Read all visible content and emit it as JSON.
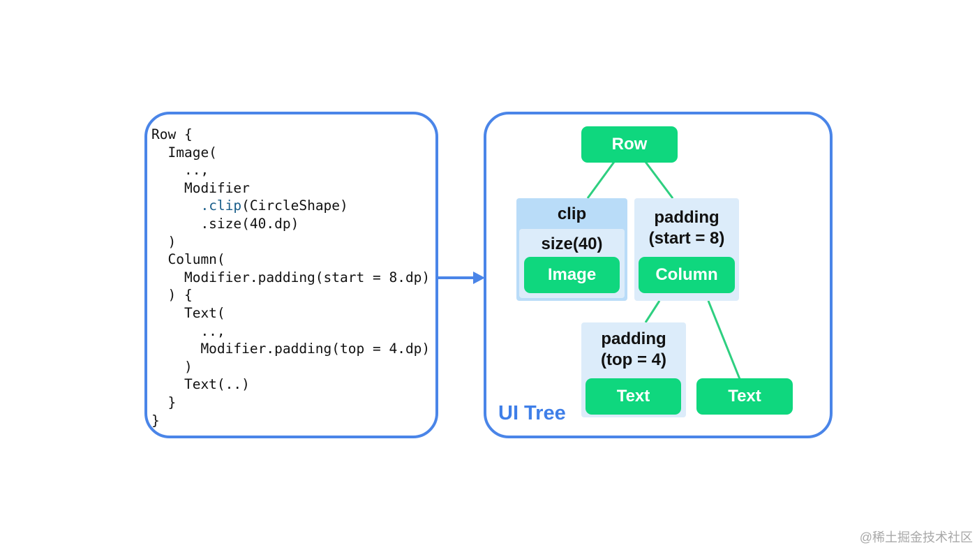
{
  "code": {
    "lines": [
      "Row {",
      "  Image(",
      "    ..,",
      "    Modifier",
      "      .clip(CircleShape)",
      "      .size(40.dp)",
      "  )",
      "  Column(",
      "    Modifier.padding(start = 8.dp)",
      "  ) {",
      "    Text(",
      "      ..,",
      "      Modifier.padding(top = 4.dp)",
      "    )",
      "    Text(..)",
      "  }",
      "}"
    ],
    "clip_prefix": "      ",
    "clip_keyword": ".clip",
    "clip_suffix": "(CircleShape)"
  },
  "tree": {
    "label": "UI Tree",
    "row": "Row",
    "clip": "clip",
    "size": "size(40)",
    "image": "Image",
    "padding_start_line1": "padding",
    "padding_start_line2": "(start = 8)",
    "column": "Column",
    "padding_top_line1": "padding",
    "padding_top_line2": "(top = 4)",
    "text1": "Text",
    "text2": "Text"
  },
  "colors": {
    "panel_border": "#4a85e8",
    "node_green": "#0fd77e",
    "modifier_blue": "#dcecfa",
    "line_green": "#2ecf80",
    "label_blue": "#3f7fe8"
  },
  "watermark": "@稀土掘金技术社区"
}
